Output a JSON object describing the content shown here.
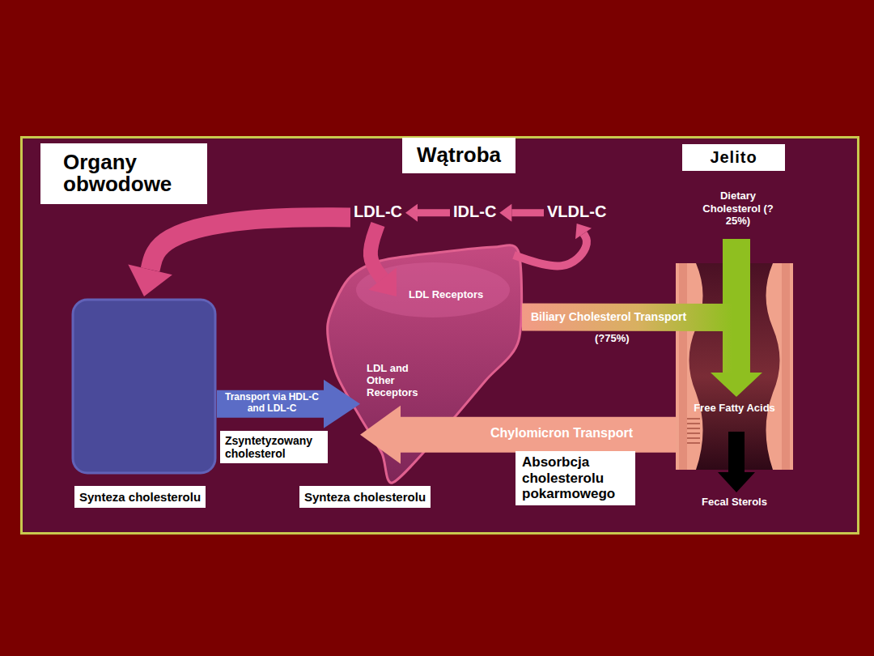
{
  "diagram": {
    "nodes": [
      {
        "text": [
          "Organy obwodowe"
        ]
      },
      {
        "text": [
          "Wątroba"
        ]
      },
      {
        "text": [
          "Jelito"
        ]
      },
      {
        "text": [
          "LDL-C"
        ]
      },
      {
        "text": [
          "IDL-C"
        ]
      },
      {
        "text": [
          "VLDL-C"
        ]
      },
      {
        "text": [
          "Synteza cholesterolu"
        ]
      },
      {
        "text": [
          "LDL Receptors",
          "LDL and Other Receptors",
          "Synteza cholesterolu"
        ]
      },
      {
        "text": [
          "Free Fatty Acids",
          "Fecal Sterols"
        ]
      },
      {
        "text": [
          "Zsyntetyzowany cholesterol"
        ]
      },
      {
        "text": [
          "Absorbcja cholesterolu pokarmowego"
        ]
      }
    ],
    "edges": [
      {
        "from": 4,
        "to": 3,
        "arrow": "to"
      },
      {
        "from": 5,
        "to": 4,
        "arrow": "to"
      },
      {
        "from": 7,
        "to": 5,
        "arrow": "to"
      },
      {
        "from": 3,
        "to": 6,
        "arrow": "to"
      },
      {
        "from": 3,
        "to": 7,
        "arrow": "to"
      },
      {
        "from": 6,
        "to": 7,
        "label": "Transport via HDL-C and LDL-C",
        "arrow": "to"
      },
      {
        "from": 7,
        "to": 8,
        "label": "Biliary Cholesterol Transport",
        "arrow": "to"
      },
      {
        "from": 8,
        "to": 7,
        "label": "Chylomicron Transport",
        "arrow": "to"
      }
    ],
    "labels": [
      "Dietary Cholesterol (?25%)",
      "(?75%)"
    ]
  }
}
